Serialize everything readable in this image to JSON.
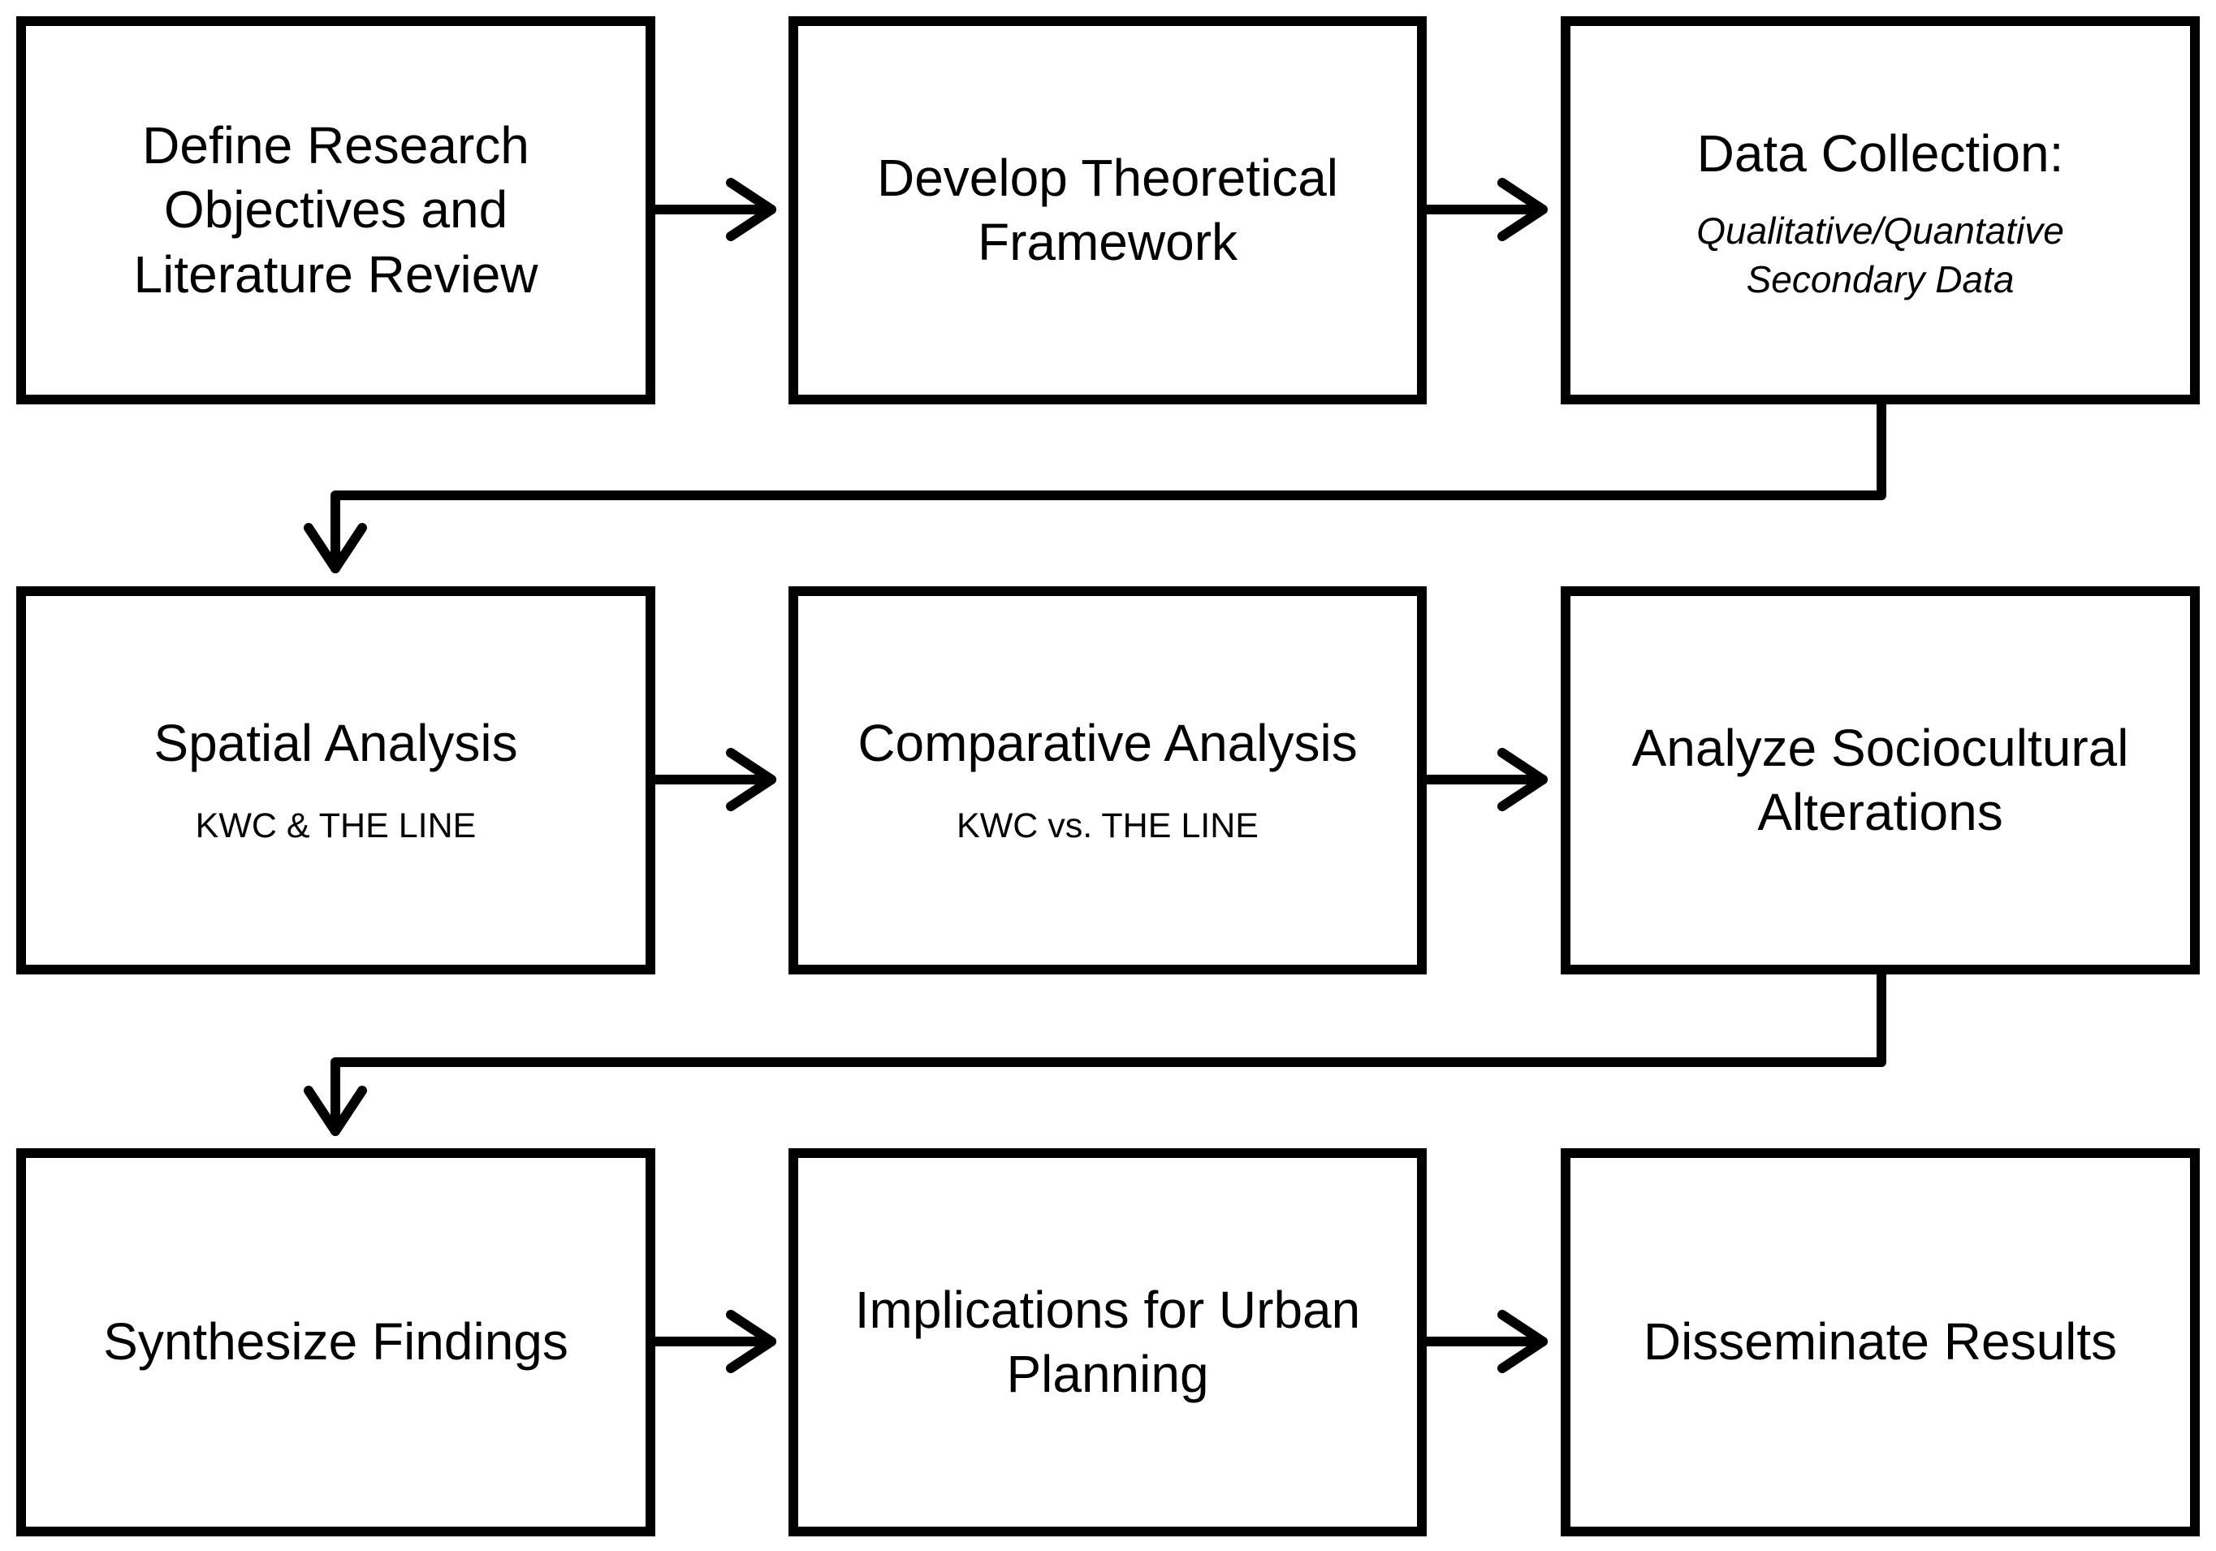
{
  "diagram": {
    "colors": {
      "stroke": "#000000",
      "fill": "#ffffff"
    },
    "steps": [
      {
        "id": "define",
        "title": "Define Research Objectives and Literature Review"
      },
      {
        "id": "framework",
        "title": "Develop Theoretical Framework"
      },
      {
        "id": "data",
        "title": "Data Collection:",
        "subtitle_lines": [
          "Qualitative/Quantative",
          "Secondary Data"
        ]
      },
      {
        "id": "spatial",
        "title": "Spatial Analysis",
        "subtitle": "KWC & THE LINE"
      },
      {
        "id": "comparative",
        "title": "Comparative Analysis",
        "subtitle": "KWC vs. THE LINE"
      },
      {
        "id": "sociocultural",
        "title": "Analyze Sociocultural Alterations"
      },
      {
        "id": "synthesize",
        "title": "Synthesize Findings"
      },
      {
        "id": "implications",
        "title": "Implications for Urban Planning"
      },
      {
        "id": "disseminate",
        "title": "Disseminate Results"
      }
    ],
    "flow": [
      [
        "define",
        "framework"
      ],
      [
        "framework",
        "data"
      ],
      [
        "data",
        "spatial"
      ],
      [
        "spatial",
        "comparative"
      ],
      [
        "comparative",
        "sociocultural"
      ],
      [
        "sociocultural",
        "synthesize"
      ],
      [
        "synthesize",
        "implications"
      ],
      [
        "implications",
        "disseminate"
      ]
    ]
  }
}
